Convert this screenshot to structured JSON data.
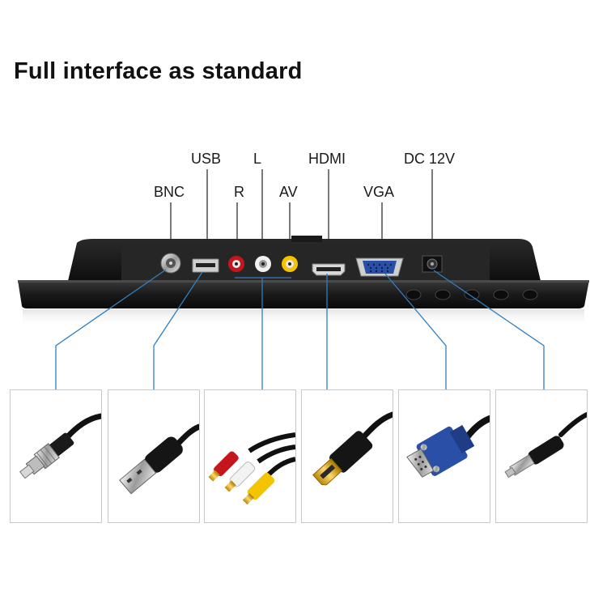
{
  "headline": "Full interface as standard",
  "ports": {
    "usb": "USB",
    "l": "L",
    "hdmi": "HDMI",
    "dc": "DC 12V",
    "bnc": "BNC",
    "r": "R",
    "av": "AV",
    "vga": "VGA"
  },
  "cables": [
    "bnc-cable",
    "usb-cable",
    "av-rca-cable",
    "hdmi-cable",
    "vga-cable",
    "dc-power-cable"
  ],
  "colors": {
    "accent_line": "#2f7fc1",
    "monitor_body": "#1b1b1b",
    "rca_red": "#c4161c",
    "rca_white": "#f2f2f2",
    "rca_yellow": "#f4c400",
    "vga_blue": "#2a4fa6"
  }
}
